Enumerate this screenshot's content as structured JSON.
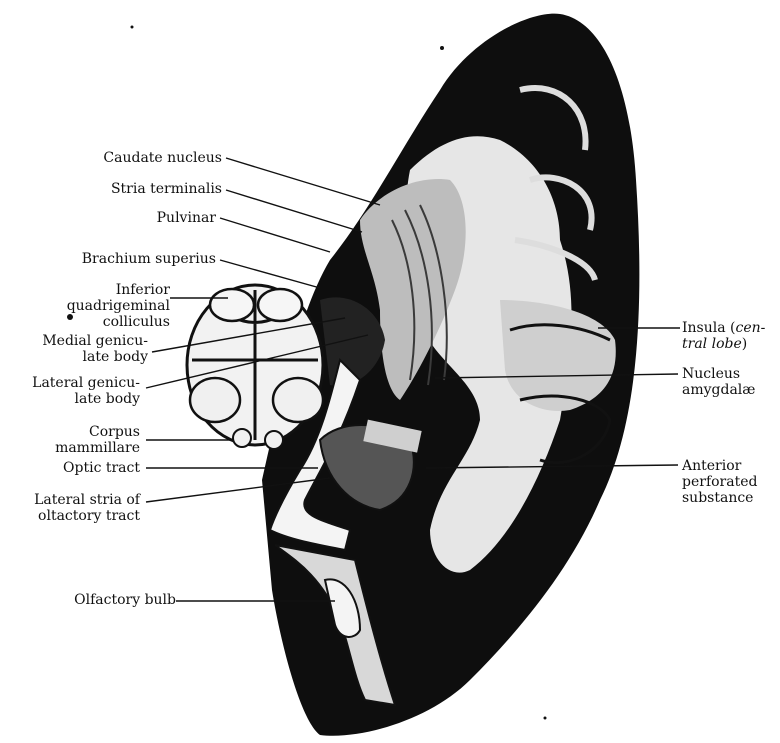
{
  "labels": {
    "caudate_nucleus": "Caudate nucleus",
    "stria_terminalis": "Stria terminalis",
    "pulvinar": "Pulvinar",
    "brachium_superius": "Brachium superius",
    "inferior_quadrigeminal_colliculus": "Inferior\nquadrigeminal\ncolliculus",
    "medial_geniculate_body": "Medial genicu-\nlate body",
    "lateral_geniculate_body": "Lateral genicu-\nlate body",
    "corpus_mammillare": "Corpus\nmammillare",
    "optic_tract": "Optic tract",
    "lateral_stria_olfactory_tract": "Lateral stria of\noltactory tract",
    "olfactory_bulb": "Olfactory bulb",
    "insula_main": "Insula (",
    "insula_italic_1": "cen-",
    "insula_italic_2": "tral lobe",
    "insula_close": ")",
    "nucleus_amygdalae": "Nucleus\namygdalæ",
    "anterior_perforated_substance": "Anterior\nperforated\nsubstance"
  }
}
